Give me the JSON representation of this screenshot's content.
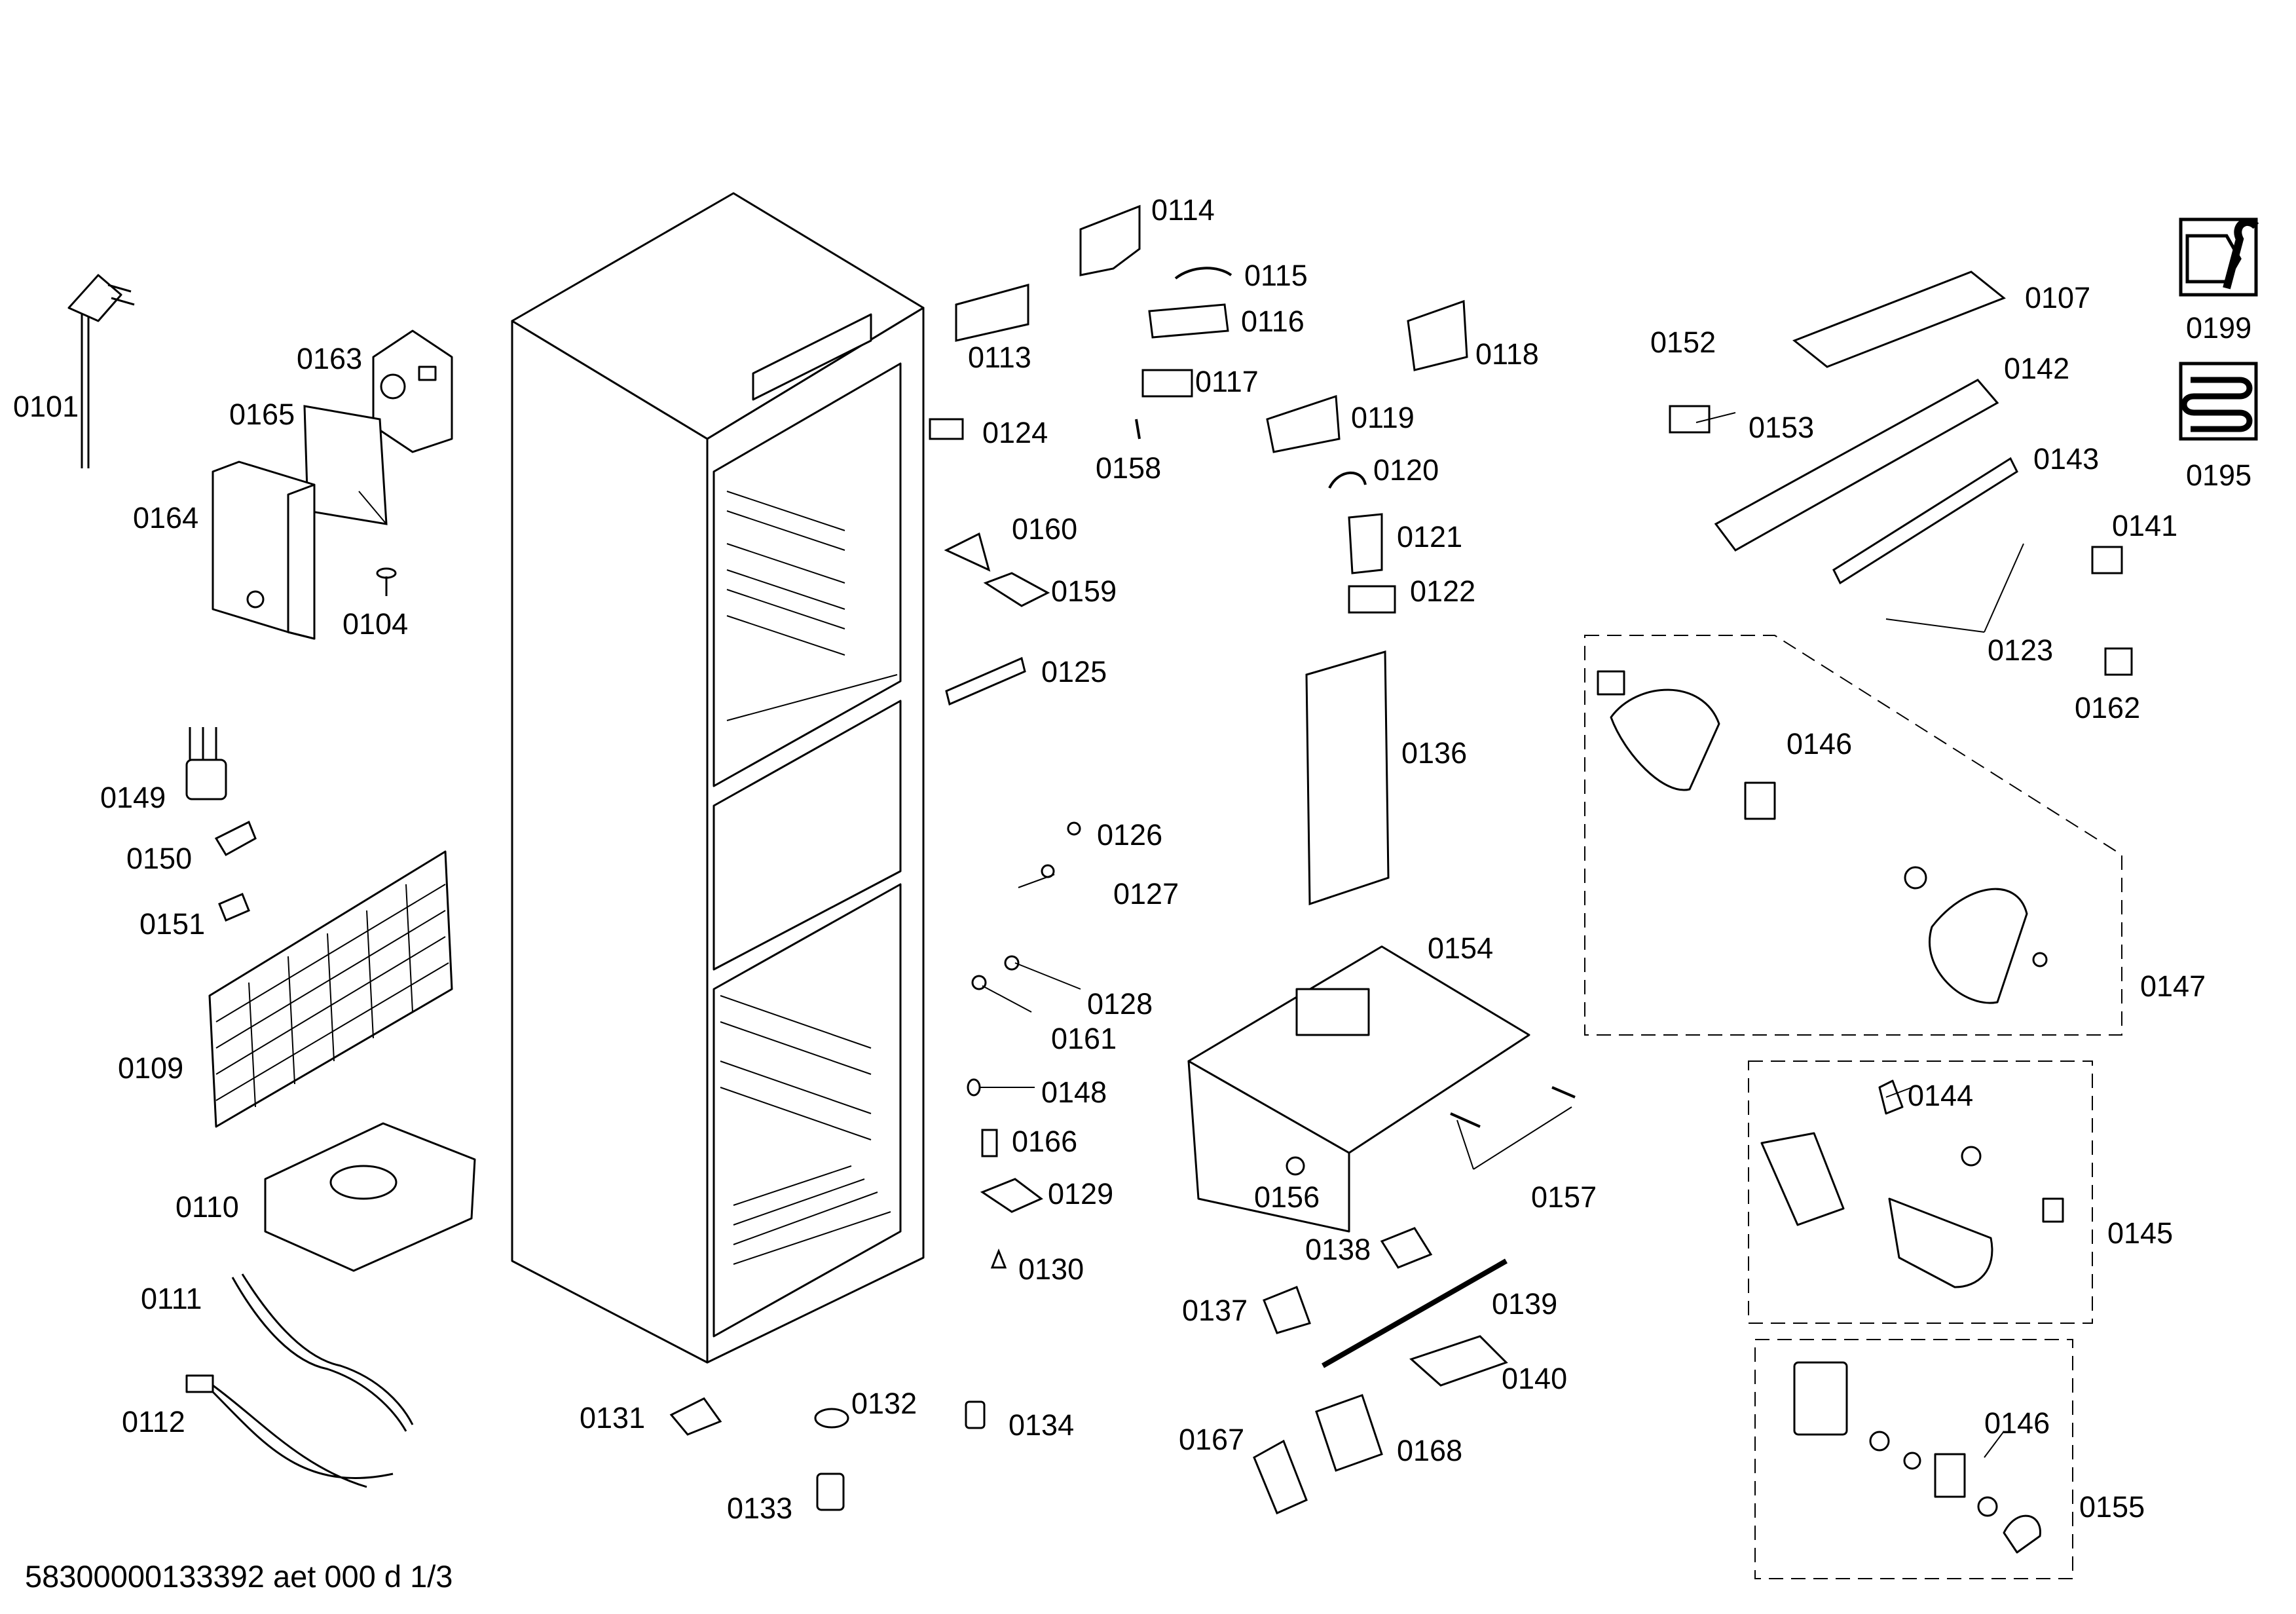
{
  "footer": "58300000133392 aet 000 d 1/3",
  "labels": {
    "p0101": "0101",
    "p0104": "0104",
    "p0107": "0107",
    "p0109": "0109",
    "p0110": "0110",
    "p0111": "0111",
    "p0112": "0112",
    "p0113": "0113",
    "p0114": "0114",
    "p0115": "0115",
    "p0116": "0116",
    "p0117": "0117",
    "p0118": "0118",
    "p0119": "0119",
    "p0120": "0120",
    "p0121": "0121",
    "p0122": "0122",
    "p0123": "0123",
    "p0124": "0124",
    "p0125": "0125",
    "p0126": "0126",
    "p0127": "0127",
    "p0128": "0128",
    "p0129": "0129",
    "p0130": "0130",
    "p0131": "0131",
    "p0132": "0132",
    "p0133": "0133",
    "p0134": "0134",
    "p0136": "0136",
    "p0137": "0137",
    "p0138": "0138",
    "p0139": "0139",
    "p0140": "0140",
    "p0141": "0141",
    "p0142": "0142",
    "p0143": "0143",
    "p0144": "0144",
    "p0145": "0145",
    "p0146a": "0146",
    "p0146b": "0146",
    "p0147": "0147",
    "p0148": "0148",
    "p0149": "0149",
    "p0150": "0150",
    "p0151": "0151",
    "p0152": "0152",
    "p0153": "0153",
    "p0154": "0154",
    "p0155": "0155",
    "p0156": "0156",
    "p0157": "0157",
    "p0158": "0158",
    "p0159": "0159",
    "p0160": "0160",
    "p0161": "0161",
    "p0162": "0162",
    "p0163": "0163",
    "p0164": "0164",
    "p0165": "0165",
    "p0166": "0166",
    "p0167": "0167",
    "p0168": "0168",
    "p0195": "0195",
    "p0199": "0199"
  }
}
